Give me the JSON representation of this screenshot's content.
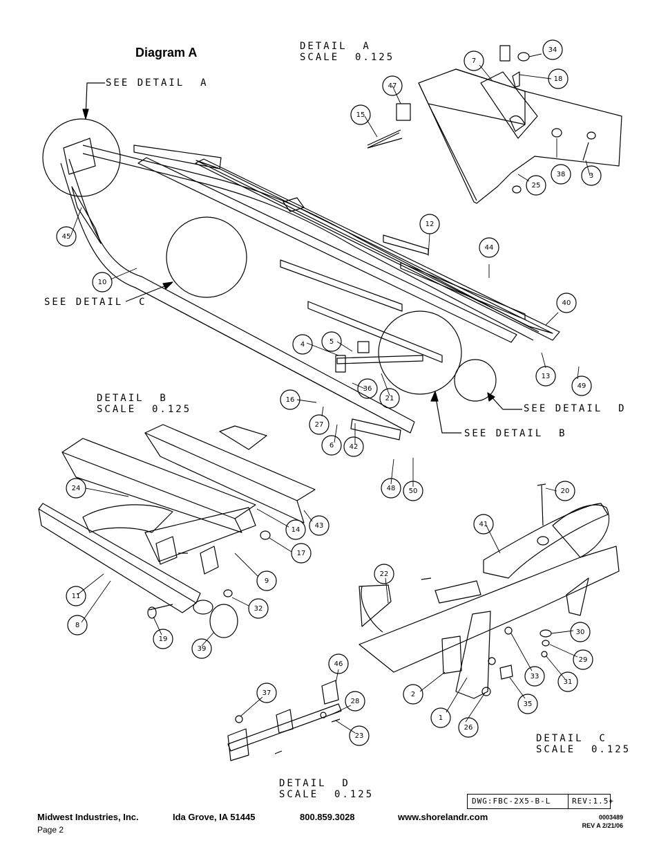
{
  "title": "Diagram A",
  "details": {
    "a_title": "DETAIL  A",
    "a_scale": "SCALE  0.125",
    "b_title": "DETAIL  B",
    "b_scale": "SCALE  0.125",
    "c_title": "DETAIL  C",
    "c_scale": "SCALE  0.125",
    "d_title": "DETAIL  D",
    "d_scale": "SCALE  0.125"
  },
  "callouts": {
    "see_a": "SEE DETAIL  A",
    "see_b": "SEE DETAIL  B",
    "see_c": "SEE DETAIL  C",
    "see_d": "SEE DETAIL  D"
  },
  "parts": [
    "1",
    "2",
    "3",
    "4",
    "5",
    "6",
    "7",
    "8",
    "9",
    "10",
    "11",
    "12",
    "13",
    "14",
    "15",
    "16",
    "17",
    "18",
    "19",
    "20",
    "21",
    "22",
    "23",
    "24",
    "25",
    "26",
    "27",
    "28",
    "29",
    "30",
    "31",
    "32",
    "33",
    "34",
    "35",
    "36",
    "37",
    "38",
    "39",
    "40",
    "41",
    "42",
    "43",
    "44",
    "45",
    "46",
    "47",
    "48",
    "49",
    "50"
  ],
  "drawing_box": {
    "dwg": "DWG:FBC-2X5-B-L",
    "rev": "REV:1.5+"
  },
  "footer": {
    "company": "Midwest Industries, Inc.",
    "location": "Ida Grove, IA  51445",
    "phone": "800.859.3028",
    "website": "www.shorelandr.com",
    "page": "Page 2",
    "doc_no": "0003489",
    "doc_rev": "REV A  2/21/06"
  }
}
